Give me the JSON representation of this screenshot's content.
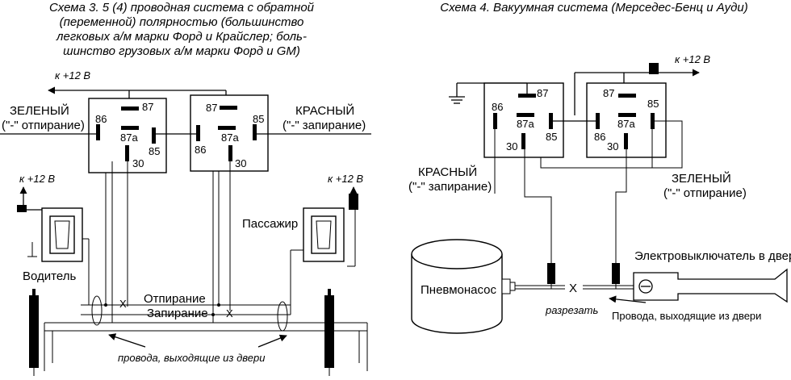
{
  "scheme3": {
    "caption": [
      "Схема 3. 5 (4) проводная система с обратной",
      "(переменной) полярностью (большинство",
      "легковых а/м марки Форд и Крайслер; боль-",
      "шинство грузовых а/м марки Форд и GM)"
    ],
    "plus12_top": "к +12 В",
    "plus12_left": "к +12 В",
    "plus12_right": "к +12 В",
    "green_label": "ЗЕЛЕНЫЙ",
    "green_sub": "(\"-\" отпирание)",
    "red_label": "КРАСНЫЙ",
    "red_sub": "(\"-\" запирание)",
    "relay1_pins": [
      "87",
      "86",
      "87a",
      "85",
      "30"
    ],
    "relay2_pins": [
      "87",
      "85",
      "86",
      "87a",
      "30"
    ],
    "driver": "Водитель",
    "passenger": "Пассажир",
    "unlock": "Отпирание",
    "lock": "Запирание",
    "door_wires": "провода, выходящие из двери"
  },
  "scheme4": {
    "caption": "Схема 4. Вакуумная система (Мерседес-Бенц и Ауди)",
    "plus12": "к +12 В",
    "relay1_pins": [
      "87",
      "86",
      "87a",
      "85",
      "30"
    ],
    "relay2_pins": [
      "87",
      "86",
      "87a",
      "85",
      "30"
    ],
    "red_label": "КРАСНЫЙ",
    "red_sub": "(\"-\" запирание)",
    "green_label": "ЗЕЛЕНЫЙ",
    "green_sub": "(\"-\" отпирание)",
    "pump": "Пневмонасос",
    "cut": "разрезать",
    "switch_label": "Электровыключатель в двери",
    "door_wires": "Провода, выходящие из двери"
  }
}
